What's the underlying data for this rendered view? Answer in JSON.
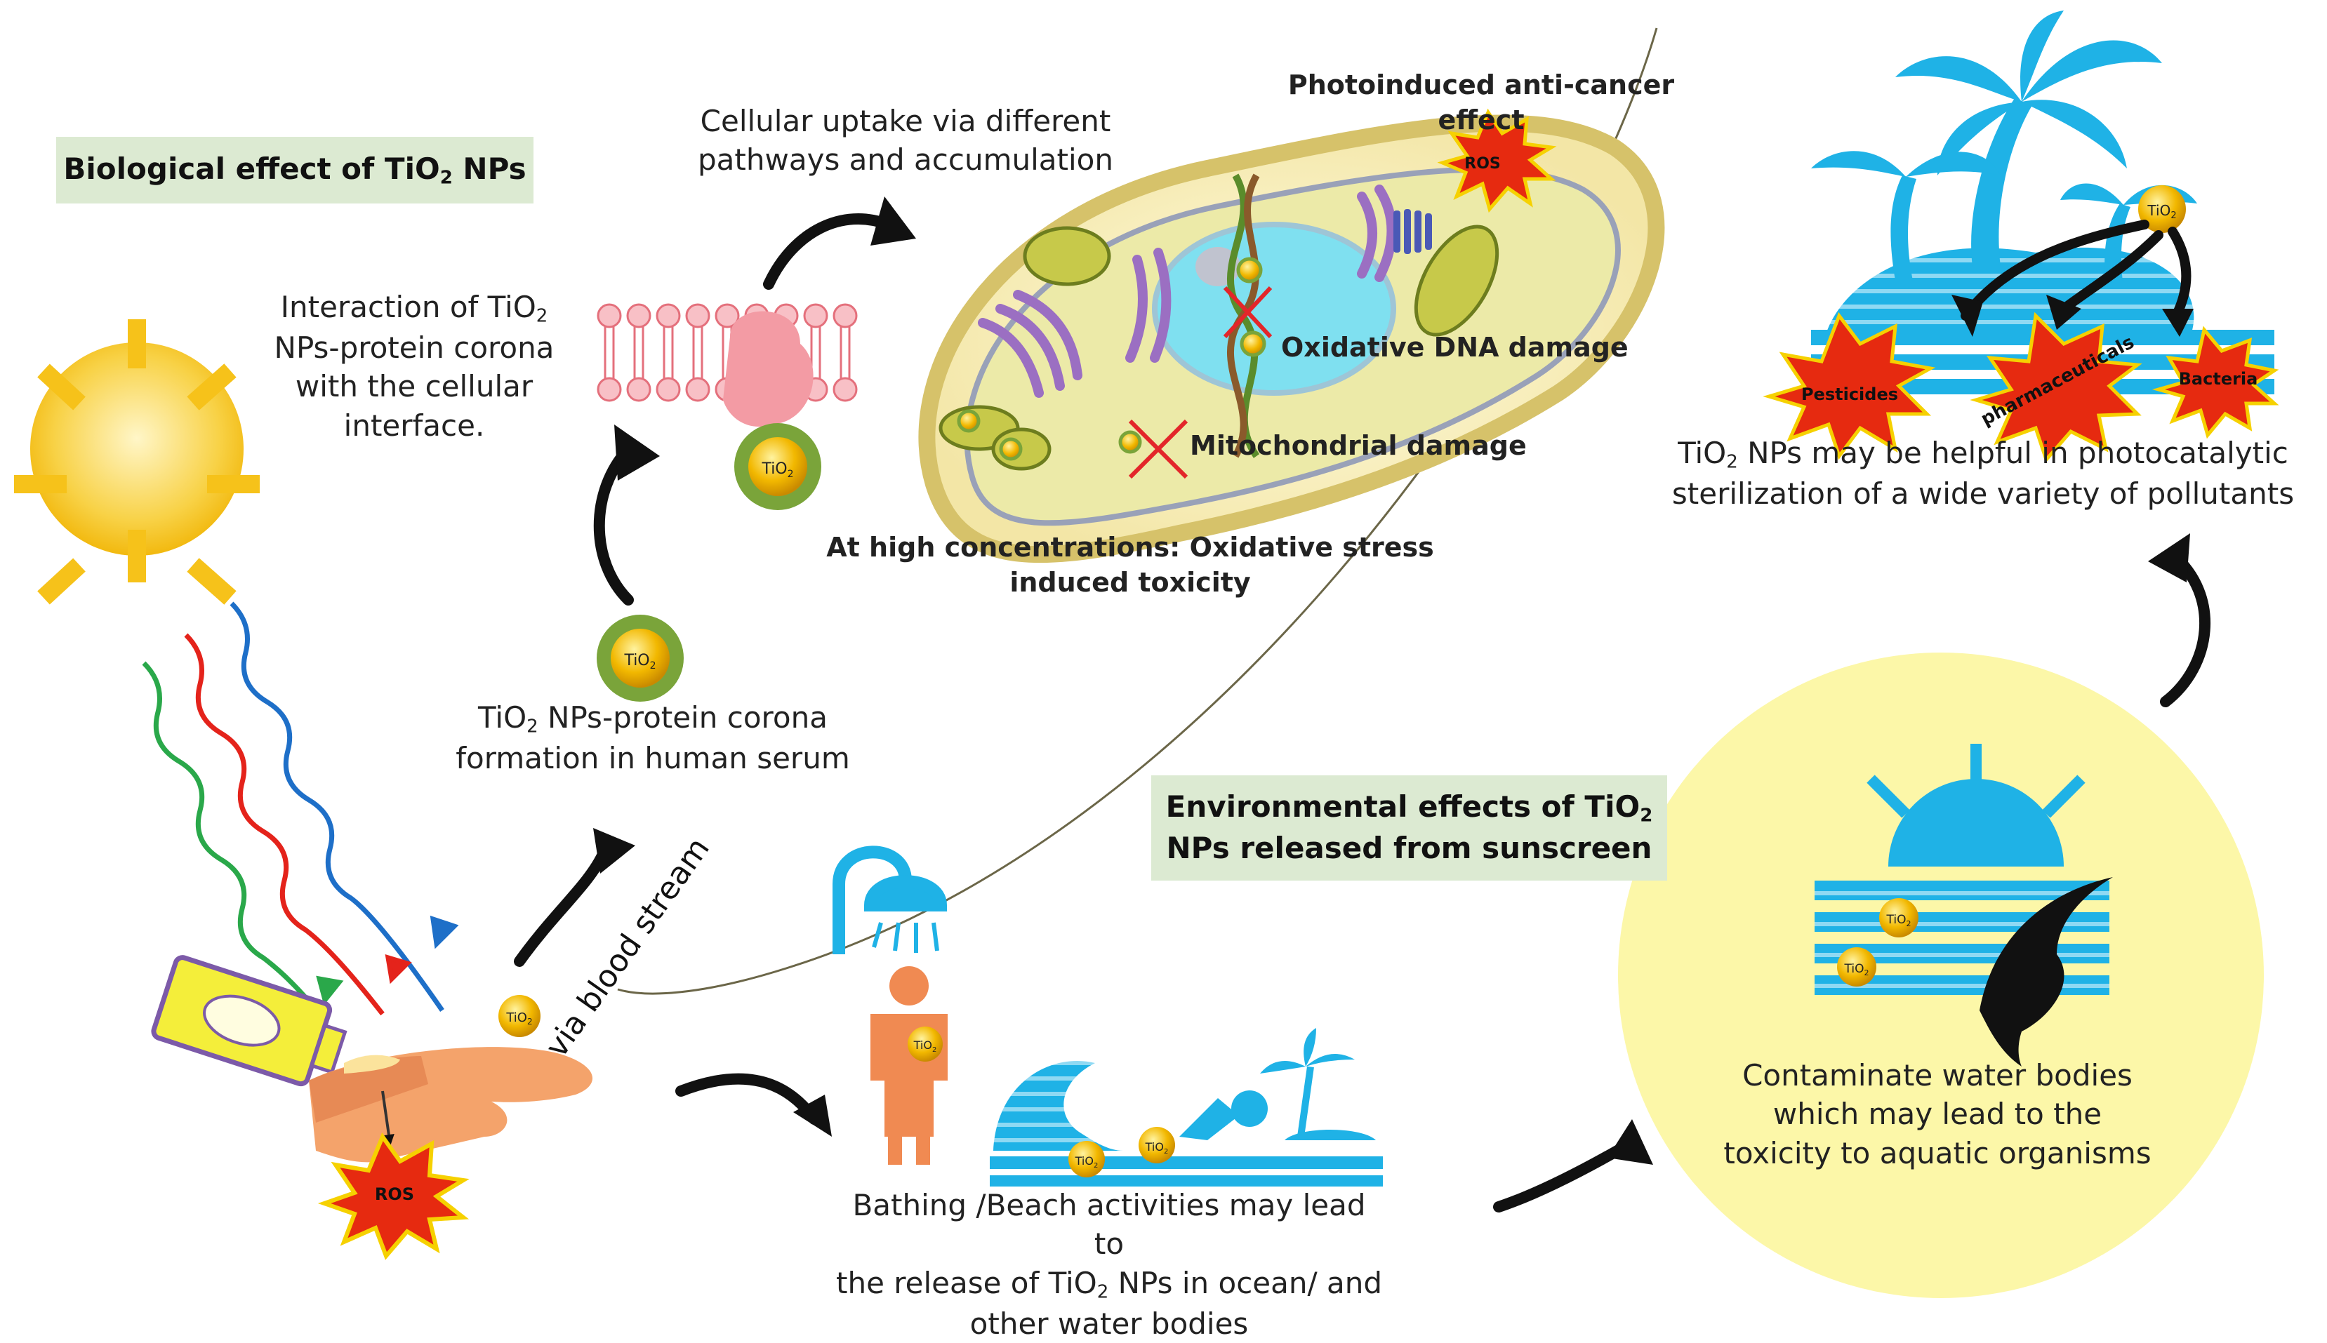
{
  "colors": {
    "panel_green": "#dcead2",
    "sun_yellow": "#f6c21a",
    "icon_blue": "#1fb2e6",
    "burst_red": "#e62a10",
    "nanoparticle_gold": "#f0b800",
    "corona_green": "#7aa43a",
    "membrane_pink": "#f39ba4",
    "circle_yellow": "#fcf7a8"
  },
  "labels": {
    "bio_title_pre": "Biological effect of TiO",
    "bio_title_sub": "2",
    "bio_title_post": " NPs",
    "uptake": "Cellular uptake via different pathways and accumulation",
    "interaction_l1_pre": "Interaction of TiO",
    "interaction_l1_sub": "2",
    "interaction_l2": "NPs-protein corona",
    "interaction_l3": "with the cellular",
    "interaction_l4": "interface.",
    "corona_l1_pre": "TiO",
    "corona_l1_sub": "2",
    "corona_l1_post": " NPs-protein corona",
    "corona_l2": "formation in human serum",
    "anticancer": "Photoinduced anti-cancer effect",
    "dna_damage": "Oxidative DNA damage",
    "mito_damage": "Mitochondrial damage",
    "oxstress_l1": "At high concentrations: Oxidative stress",
    "oxstress_l2": "induced toxicity",
    "blood": "via blood stream",
    "env_title_l1_pre": "Environmental effects of TiO",
    "env_title_l1_sub": "2",
    "env_title_l2": "NPs released from sunscreen",
    "bathing_l1": "Bathing /Beach activities may lead to",
    "bathing_l2_pre": "the release of TiO",
    "bathing_l2_sub": "2",
    "bathing_l2_post": " NPs in ocean/ and",
    "bathing_l3": "other water bodies",
    "contaminate_l1": "Contaminate water bodies",
    "contaminate_l2": "which may lead to the",
    "contaminate_l3": "toxicity to aquatic organisms",
    "photocat_l1_pre": "TiO",
    "photocat_l1_sub": "2",
    "photocat_l1_post": " NPs may be helpful in photocatalytic",
    "photocat_l2": "sterilization of a wide variety of pollutants",
    "pesticides": "Pesticides",
    "pharmaceuticals": "pharmaceuticals",
    "bacteria": "Bacteria",
    "ros": "ROS",
    "tio2_main": "TiO",
    "tio2_sub": "2"
  },
  "icons": [
    "sun-icon",
    "uv-rays-icon",
    "sunscreen-tube-icon",
    "hand-icon",
    "ros-burst-icon",
    "lipid-membrane-icon",
    "cell-icon",
    "shower-icon",
    "person-icon",
    "wave-icon",
    "swimmer-icon",
    "island-icon",
    "water-sun-icon",
    "dolphin-icon",
    "palm-island-icon"
  ]
}
